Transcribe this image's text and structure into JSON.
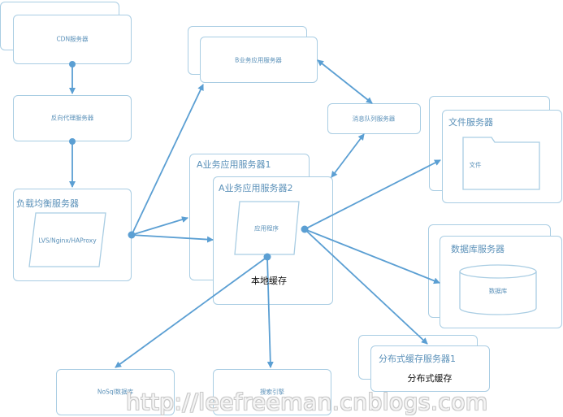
{
  "nodes": {
    "cdn": "CDN服务器",
    "reverse_proxy": "反向代理服务器",
    "load_balancer": "负载均衡服务器",
    "load_balancer_inner": "LVS/Nginx/HAProxy",
    "b_app": "B业务应用服务器",
    "mq": "消息队列服务器",
    "a_app_1": "A业务应用服务器1",
    "a_app_2": "A业务应用服务器2",
    "app_program": "应用程序",
    "local_cache": "本地缓存",
    "file_server": "文件服务器",
    "file": "文件",
    "db_server": "数据库服务器",
    "database": "数据库",
    "dist_cache_server": "分布式缓存服务器1",
    "dist_cache": "分布式缓存",
    "nosql": "NoSql数据库",
    "search": "搜索引擎"
  },
  "watermark": "http://leefreeman.cnblogs.com",
  "colors": {
    "border": "#a9cde3",
    "edge": "#5b9fd3",
    "text": "#5b91b9"
  }
}
